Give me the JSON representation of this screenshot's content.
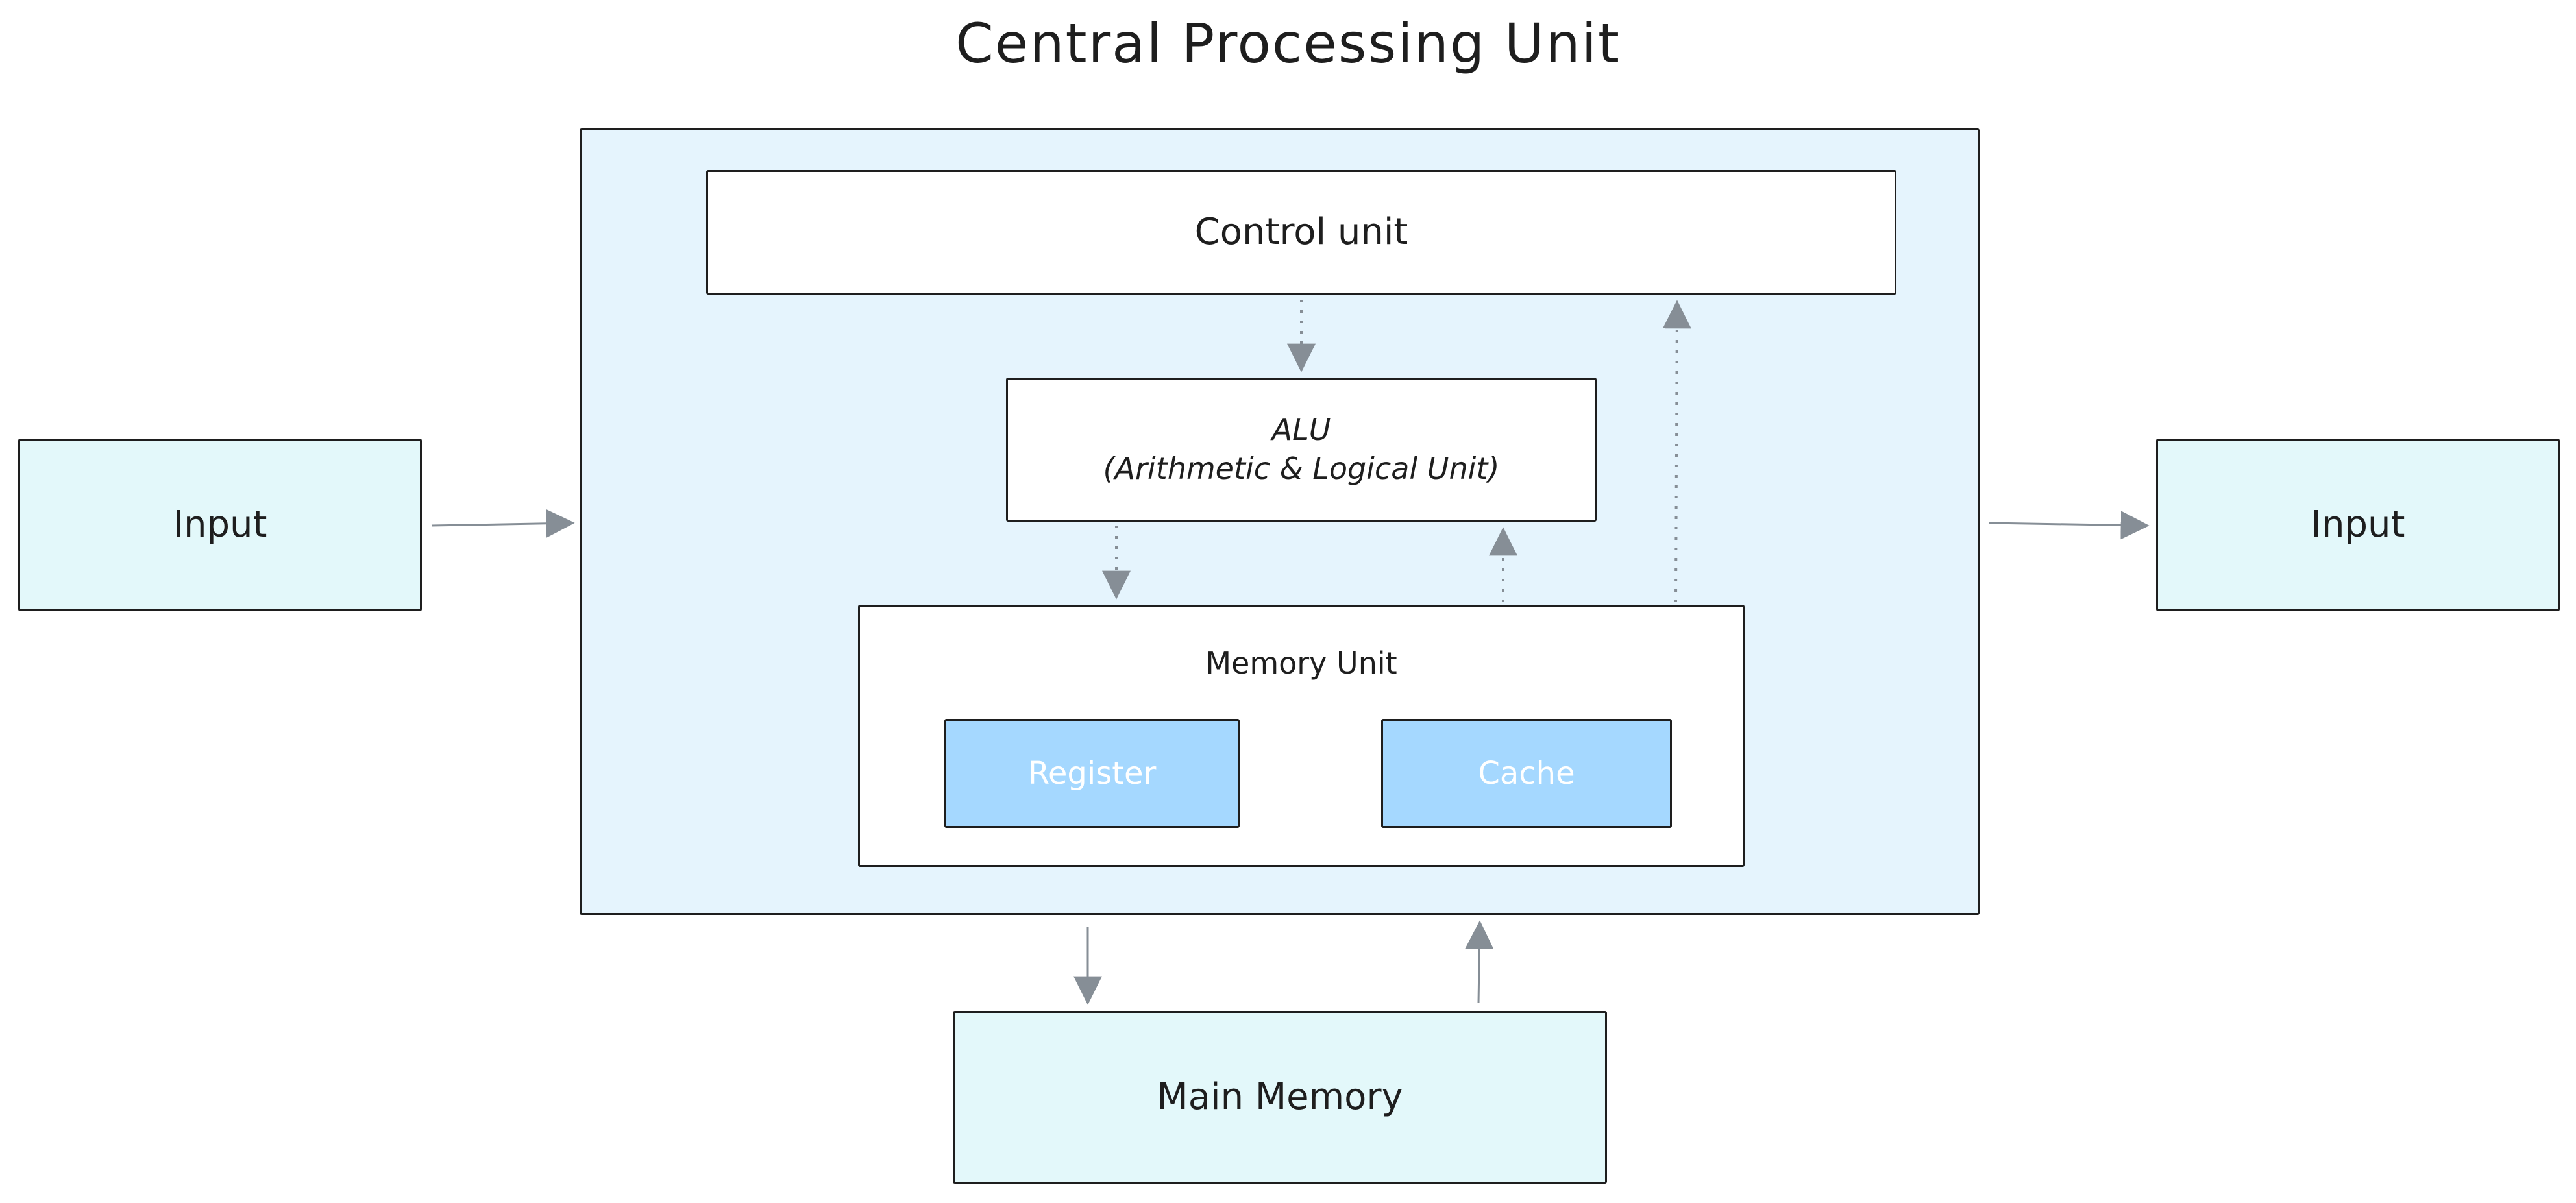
{
  "title": "Central Processing Unit",
  "nodes": {
    "input_left": "Input",
    "input_right": "Input",
    "control_unit": "Control unit",
    "alu": "ALU\n(Arithmetic & Logical Unit)",
    "memory_unit": "Memory Unit",
    "register": "Register",
    "cache": "Cache",
    "main_memory": "Main Memory"
  },
  "colors": {
    "stroke": "#1e1e1e",
    "arrow": "#868e96",
    "cpu_fill": "#e5f4fd",
    "io_fill": "#e3f8fa",
    "chip_fill": "#a5d8ff"
  }
}
